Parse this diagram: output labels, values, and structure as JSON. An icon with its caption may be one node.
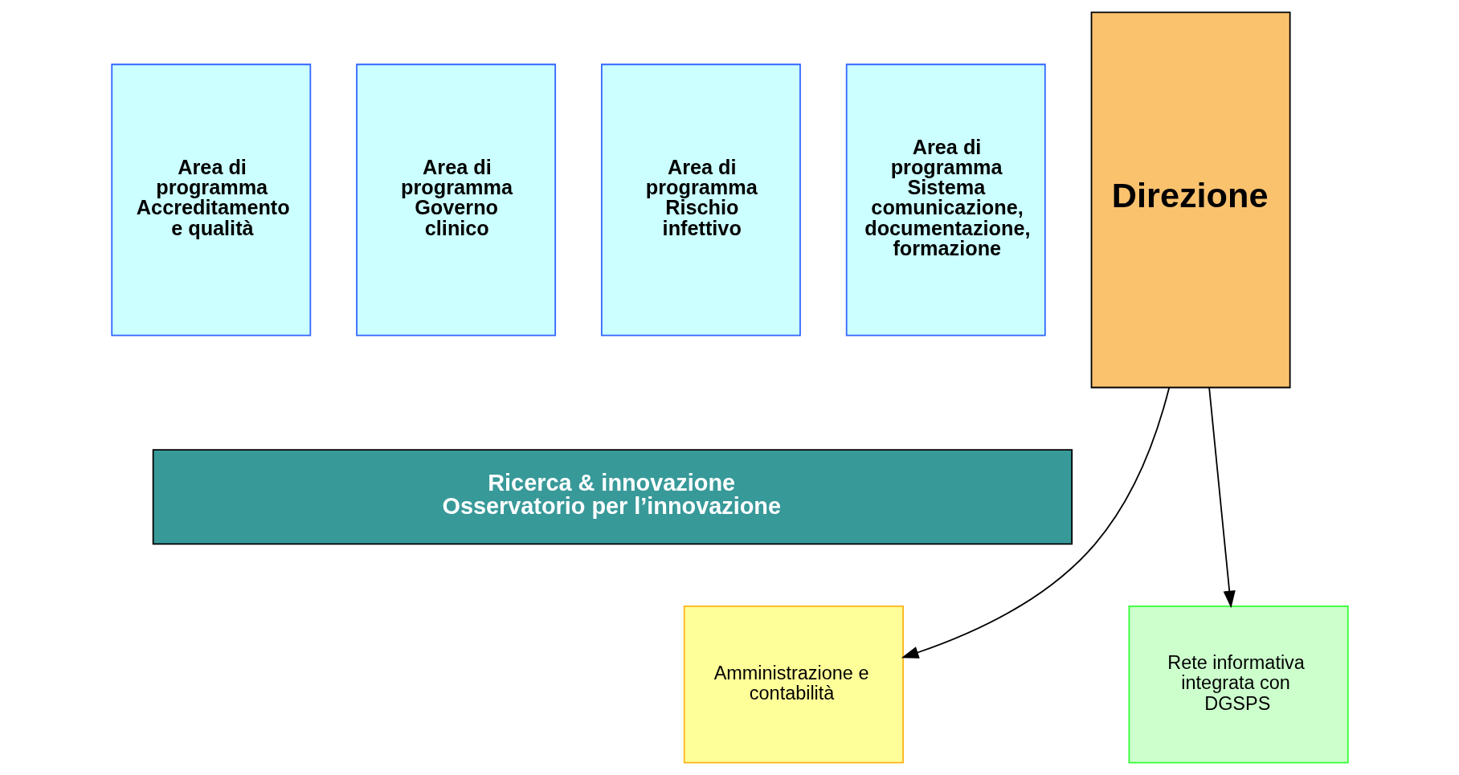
{
  "diagram": {
    "nodes": [
      {
        "text": [
          "Area di programma Accreditamento e qualità"
        ]
      },
      {
        "text": [
          "Area di programma Governo clinico"
        ]
      },
      {
        "text": [
          "Area di programma Rischio infettivo"
        ]
      },
      {
        "text": [
          "Area di programma Sistema comunicazione, documentazione, formazione"
        ]
      },
      {
        "text": [
          "Direzione"
        ]
      },
      {
        "text": [
          "Ricerca & innovazione",
          "Osservatorio per l’innovazione"
        ]
      },
      {
        "text": [
          "Amministrazione e contabilità"
        ]
      },
      {
        "text": [
          "Rete informativa integrata con DGSPS"
        ]
      }
    ],
    "edges": [
      {
        "from": 4,
        "to": 6,
        "arrow": "to"
      },
      {
        "from": 4,
        "to": 7,
        "arrow": "to"
      }
    ]
  }
}
